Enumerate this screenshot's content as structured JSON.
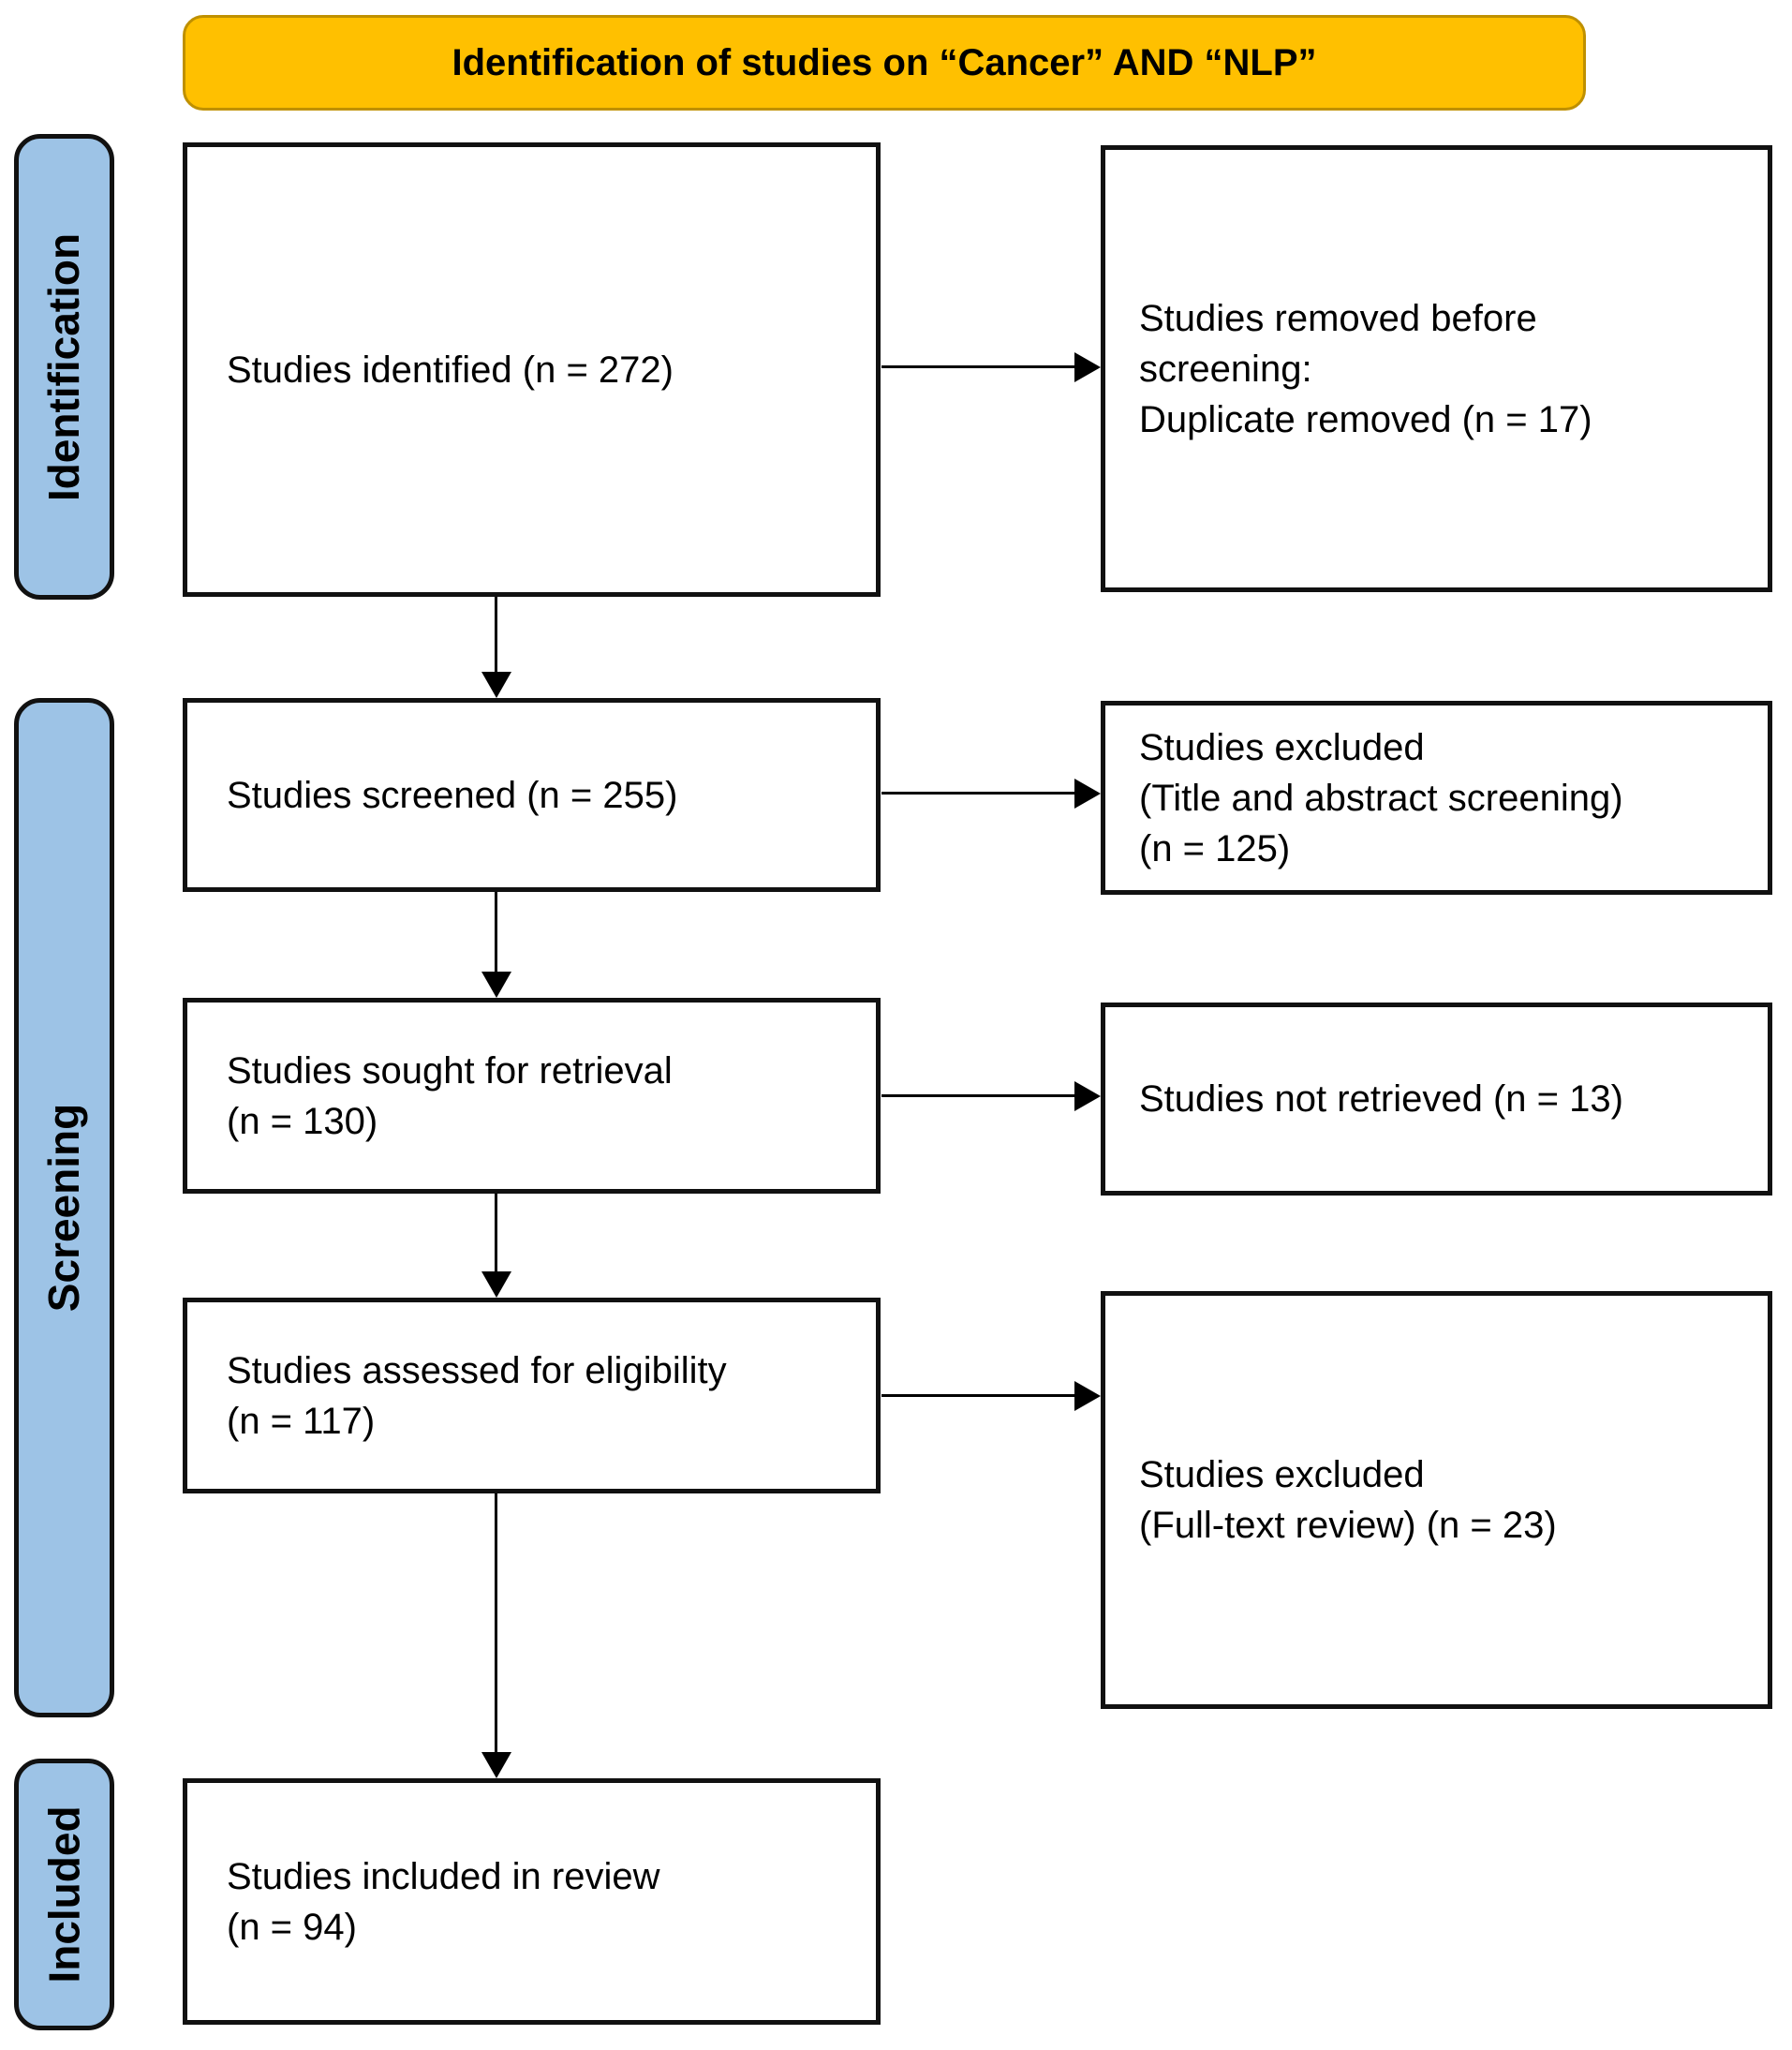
{
  "diagram": {
    "title": "Identification of studies on “Cancer” AND “NLP”",
    "stages": [
      {
        "label": "Identification"
      },
      {
        "label": "Screening"
      },
      {
        "label": "Included"
      }
    ],
    "main_flow": [
      {
        "text": "Studies identified (n = 272)"
      },
      {
        "text": "Studies screened (n = 255)"
      },
      {
        "text": "Studies sought for retrieval\n(n = 130)"
      },
      {
        "text": "Studies assessed for eligibility\n(n = 117)"
      },
      {
        "text": "Studies included in review\n(n = 94)"
      }
    ],
    "side_boxes": [
      {
        "text": "Studies removed before\nscreening:\nDuplicate removed (n = 17)"
      },
      {
        "text": "Studies excluded\n(Title and abstract screening)\n(n = 125)"
      },
      {
        "text": "Studies not retrieved (n = 13)"
      },
      {
        "text": "Studies excluded\n(Full-text review) (n = 23)"
      }
    ],
    "colors": {
      "banner_fill": "#FFC000",
      "banner_border": "#BF9000",
      "stage_fill": "#9DC3E6",
      "box_border": "#111111",
      "arrow": "#000000"
    }
  }
}
